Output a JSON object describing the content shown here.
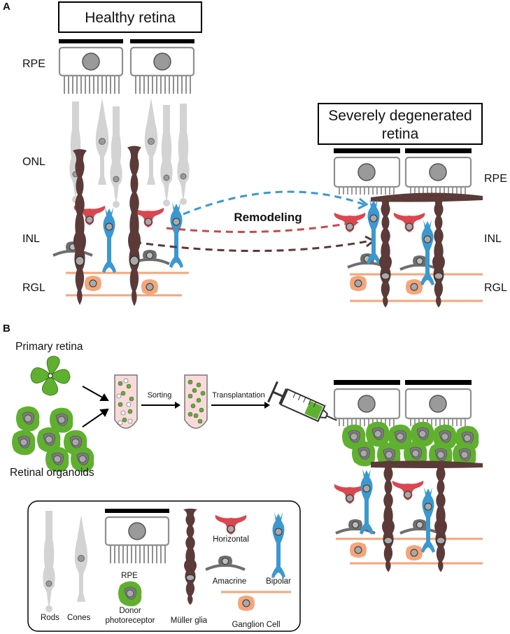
{
  "panel_a": {
    "label": "A",
    "healthy_title": "Healthy retina",
    "degenerated_title_line1": "Severely degenerated",
    "degenerated_title_line2": "retina",
    "left_layers": {
      "rpe": "RPE",
      "onl": "ONL",
      "inl": "INL",
      "rgl": "RGL"
    },
    "right_layers": {
      "rpe": "RPE",
      "inl": "INL",
      "rgl": "RGL"
    },
    "arrow_label": "Remodeling"
  },
  "panel_b": {
    "label": "B",
    "primary_retina": "Primary retina",
    "retinal_organoids": "Retinal organoids",
    "step_sorting": "Sorting",
    "step_transplantation": "Transplantation"
  },
  "legend": {
    "rods": "Rods",
    "cones": "Cones",
    "rpe": "RPE",
    "donor_line1": "Donor",
    "donor_line2": "photoreceptor",
    "muller": "Müller glia",
    "horizontal": "Horizontal",
    "amacrine": "Amacrine",
    "bipolar": "Bipolar",
    "ganglion": "Ganglion Cell"
  },
  "colors": {
    "rpe_bar": "#000000",
    "rpe_cell": "#8f8f8f",
    "photoreceptor": "#d3d3d3",
    "muller": "#5b3a37",
    "horizontal": "#d9474f",
    "bipolar": "#3b98d0",
    "amacrine": "#6e6e6e",
    "ganglion": "#f4a67a",
    "donor": "#5fb02f",
    "remodel_bipolar": "#3b98d0",
    "remodel_horizontal": "#c94a4a",
    "remodel_amacrine": "#5b3a37"
  }
}
